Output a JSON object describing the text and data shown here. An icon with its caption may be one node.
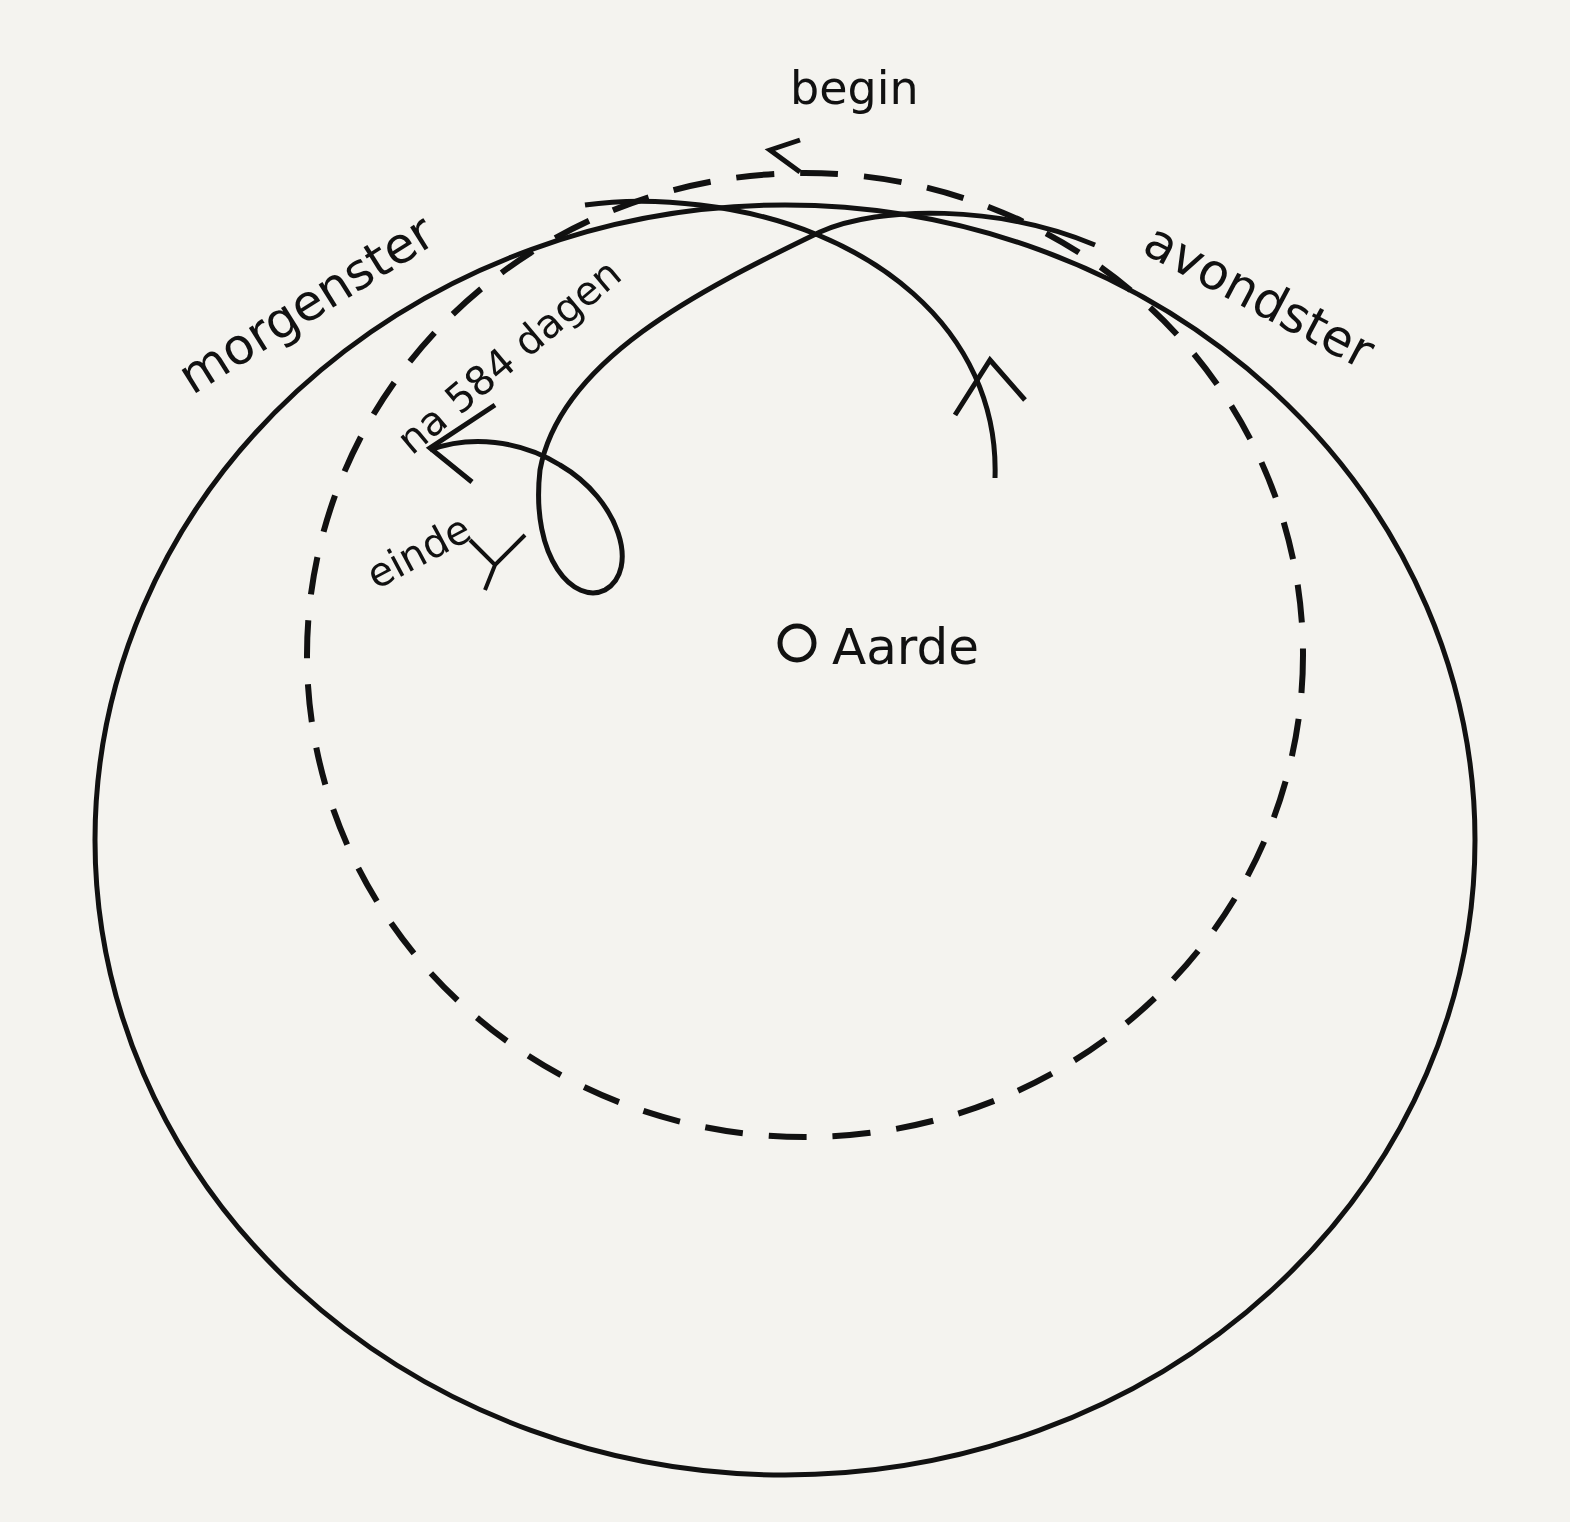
{
  "diagram": {
    "labels": [
      "begin",
      "morgenster",
      "einde",
      "na 584 dagen",
      "avondster",
      "Aarde"
    ]
  }
}
